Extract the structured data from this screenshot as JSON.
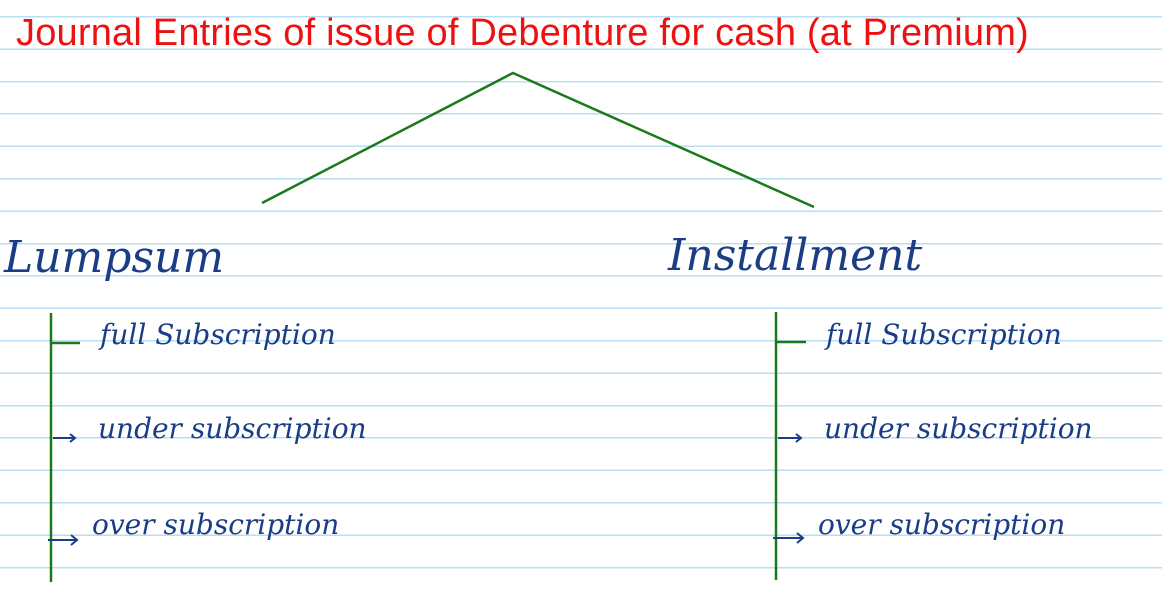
{
  "title": "Journal Entries of issue of Debenture for cash (at Premium)",
  "colors": {
    "title": "#ee1111",
    "branches": "#1a7a1a",
    "handwriting": "#1a3e86",
    "ruled_lines": "#b9ddf2"
  },
  "branches": [
    {
      "heading": "Lumpsum",
      "items": [
        "full Subscription",
        "under subscription",
        "over subscription"
      ]
    },
    {
      "heading": "Installment",
      "items": [
        "full Subscription",
        "under subscription",
        "over subscription"
      ]
    }
  ]
}
